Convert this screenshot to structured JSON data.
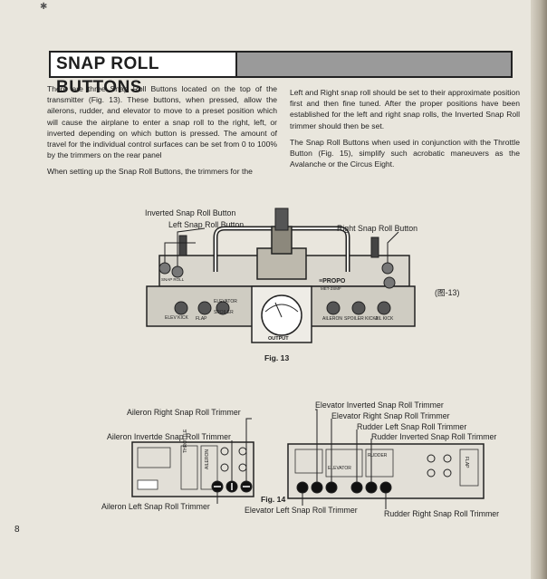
{
  "corner_mark": "✱",
  "section_title": "SNAP ROLL BUTTONS",
  "paragraphs_left": [
    "There are three Snap Roll Buttons located on the top of the transmitter (Fig. 13). These buttons, when pressed, allow the ailerons, rudder, and elevator to move to a preset position which will cause the airplane to enter a snap roll to the right, left, or inverted depending on which button is pressed. The amount of travel for the individual control surfaces can be set from 0 to 100% by the trimmers on the rear panel",
    "When setting up the Snap Roll Buttons, the trimmers for the"
  ],
  "paragraphs_right": [
    "Left and Right snap roll should be set to their approximate position first and then fine tuned. After the proper positions have been established for the left and right snap rolls, the Inverted Snap Roll trimmer should then be set.",
    "The Snap Roll Buttons when used in conjunction with the Throttle Button (Fig. 15), simplify such acrobatic maneuvers as the Avalanche or the Circus Eight."
  ],
  "fig13": {
    "caption": "Fig. 13",
    "ref": "(图-13)",
    "labels": {
      "inverted": "Inverted Snap Roll Button",
      "left": "Left Snap Roll Button",
      "right": "Right Snap Roll Button"
    },
    "panel_text": {
      "brand": "≡PROPO",
      "model": "MET-2SMF",
      "elev_kick": "ELEV KICK",
      "flap": "FLAP",
      "spoiler": "SPOILER",
      "elevator": "ELEVATOR",
      "aileron": "AILERON",
      "spoiler_kick": "SPOILER KICK2",
      "ail_kick": "AIL KICK",
      "snap_roll": "SNAP ROLL",
      "output": "OUTPUT"
    }
  },
  "fig14": {
    "caption": "Fig. 14",
    "labels": {
      "aileron_right": "Aileron Right Snap Roll Trimmer",
      "aileron_inverted": "Aileron Invertde Snap Roll Trimmer",
      "aileron_left": "Aileron Left Snap Roll Trimmer",
      "elevator_inverted": "Elevator Inverted Snap Roll Trimmer",
      "elevator_right": "Elevator Right Snap Roll Trimmer",
      "rudder_left": "Rudder Left Snap Roll Trimmer",
      "rudder_inverted": "Rudder Inverted Snap Roll Trimmer",
      "elevator_left": "Elevator Left Snap Roll Trimmer",
      "rudder_right": "Rudder Right Snap Roll Trimmer"
    },
    "panel_text": {
      "throttle": "THROTTLE",
      "aileron": "AILERON",
      "rudder": "RUDDER",
      "elevator": "ELEVATOR",
      "flap": "FLAP"
    }
  },
  "page_number": "8"
}
